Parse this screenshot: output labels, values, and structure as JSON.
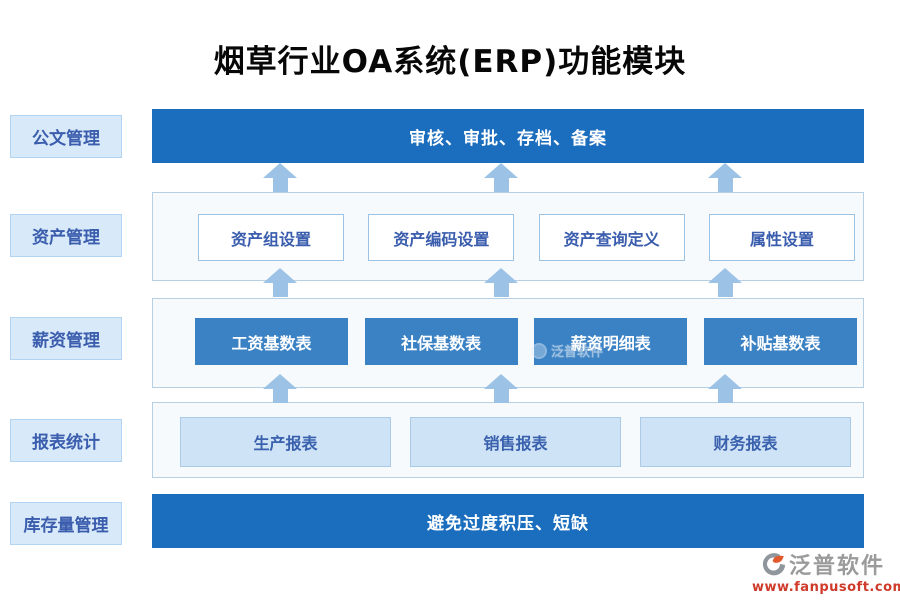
{
  "title": "烟草行业OA系统(ERP)功能模块",
  "sidebar": {
    "items": [
      {
        "label": "公文管理"
      },
      {
        "label": "资产管理"
      },
      {
        "label": "薪资管理"
      },
      {
        "label": "报表统计"
      },
      {
        "label": "库存量管理"
      }
    ]
  },
  "flow": {
    "top_bar": "审核、审批、存档、备案",
    "asset_buttons": [
      "资产组设置",
      "资产编码设置",
      "资产查询定义",
      "属性设置"
    ],
    "salary_buttons": [
      "工资基数表",
      "社保基数表",
      "薪资明细表",
      "补贴基数表"
    ],
    "report_buttons": [
      "生产报表",
      "销售报表",
      "财务报表"
    ],
    "bottom_bar": "避免过度积压、短缺"
  },
  "watermark": {
    "text": "泛普软件"
  },
  "logo": {
    "brand": "泛普软件",
    "url": "www.fanpusoft.com"
  },
  "colors": {
    "bar_blue": "#1b6ebd",
    "button_blue": "#3b82c4",
    "light_button_bg": "#cfe3f7",
    "arrow_blue": "#9cc3e6",
    "label_bg": "#d8e9f9",
    "label_border": "#b3d4f0",
    "label_text": "#3a5dad",
    "container_bg": "#f7fafd",
    "container_border": "#b7cfe3",
    "logo_gray": "#9b9b9b",
    "logo_red": "#cf3a2a"
  }
}
